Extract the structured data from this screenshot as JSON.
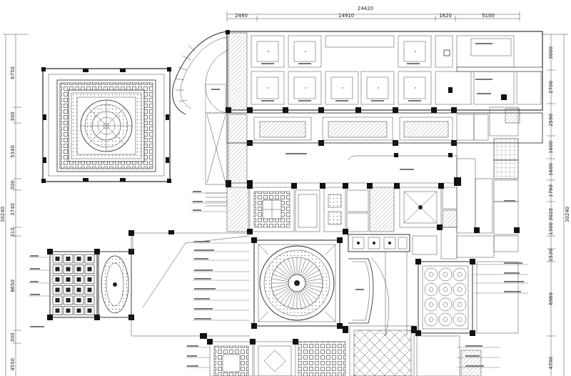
{
  "drawing": {
    "top_dims": {
      "overall": "24420",
      "segments": [
        "2480",
        "14910",
        "1620",
        "5100"
      ]
    },
    "left_dims": {
      "overall": "30240",
      "segments": [
        "6750",
        "300",
        "5340",
        "300",
        "3740",
        "310",
        "8650",
        "300",
        "4550"
      ]
    },
    "right_dims": {
      "overall": "30240",
      "segments": [
        "3000",
        "2700",
        "2590",
        "1600",
        "1600",
        "1760",
        "3020",
        "1300",
        "1530",
        "6960",
        "4700"
      ]
    }
  },
  "colors": {
    "line": "#222222",
    "column": "#111111",
    "hatch": "#777777",
    "paper": "#ffffff"
  }
}
